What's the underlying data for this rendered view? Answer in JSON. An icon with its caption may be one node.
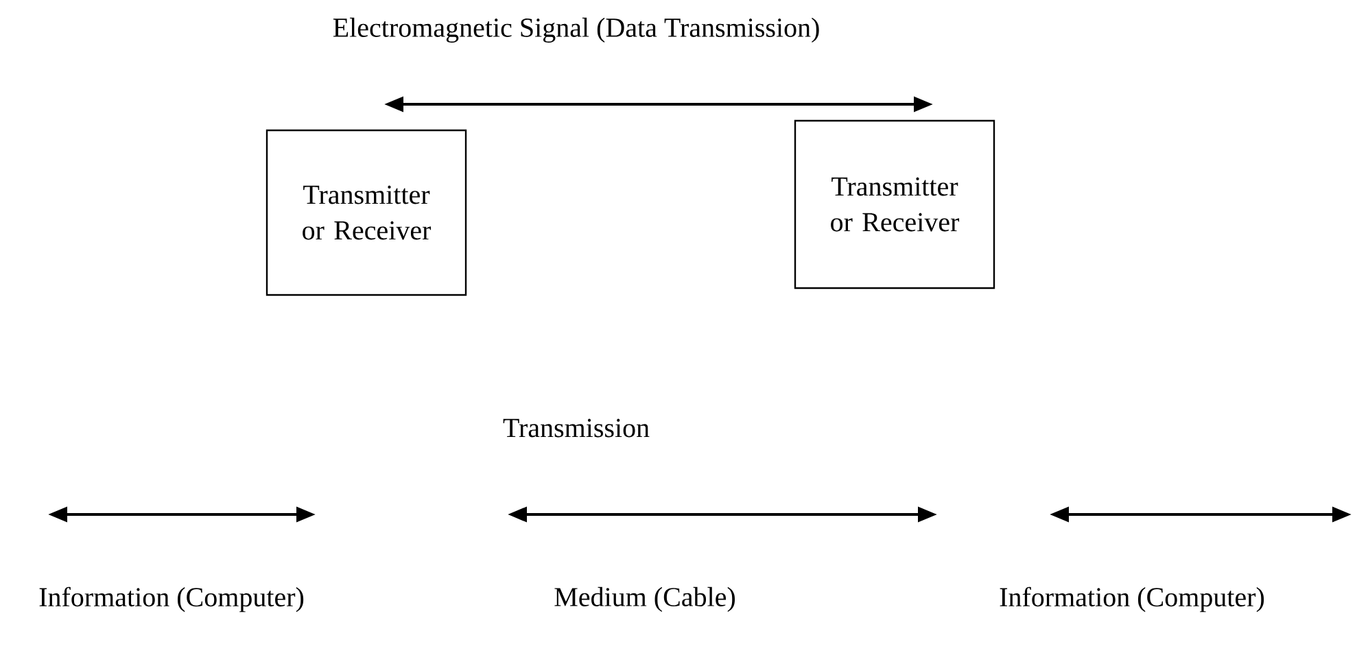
{
  "diagram": {
    "nodes": [
      {
        "text": [
          "Transmitter or Receiver"
        ]
      },
      {
        "text": [
          "Transmitter or Receiver"
        ]
      }
    ],
    "labels": [
      "Electromagnetic Signal (Data Transmission)",
      "Transmission",
      "Information (Computer)",
      "Medium (Cable)",
      "Information (Computer)"
    ]
  }
}
